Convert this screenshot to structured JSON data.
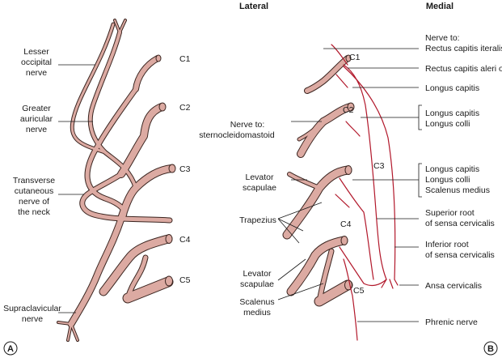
{
  "headers": {
    "lateral": "Lateral",
    "medial": "Medial"
  },
  "panels": {
    "a": "A",
    "b": "B"
  },
  "panel_a": {
    "roots": {
      "c1": "C1",
      "c2": "C2",
      "c3": "C3",
      "c4": "C4",
      "c5": "C5"
    },
    "lesser_occipital": [
      "Lesser",
      "occipital",
      "nerve"
    ],
    "great_auricular": [
      "Greater",
      "auricular",
      "nerve"
    ],
    "transverse_cutaneous": [
      "Transverse",
      "cutaneous",
      "nerve of",
      "the neck"
    ],
    "supraclavicular": [
      "Supraclavicular",
      "nerve"
    ]
  },
  "panel_b": {
    "roots": {
      "c1": "C1",
      "c2": "C2",
      "c3": "C3",
      "c4": "C4",
      "c5": "C5"
    },
    "nerve_to_scm": [
      "Nerve to:",
      "sternocleidomastoid"
    ],
    "levator_1": [
      "Levator",
      "scapulae"
    ],
    "trapezius": "Trapezius",
    "levator_2": [
      "Levator",
      "scapulae"
    ],
    "scalenus_medius": [
      "Scalenus",
      "medius"
    ],
    "right": {
      "rectus_lateralis": [
        "Nerve to:",
        "Rectus capitis iteralis"
      ],
      "rectus_anterior": "Rectus capitis aleri o",
      "longus_capitis": "Longus capitis",
      "c2_group": [
        "Longus capitis",
        "Longus colli"
      ],
      "c3_group": [
        "Longus capitis",
        "Longus colli",
        "Scalenus medius"
      ],
      "superior_root": [
        "Superior root",
        "of sensa cervicalis"
      ],
      "inferior_root": [
        "Inferior root",
        "of sensa cervicalis"
      ],
      "ansa": "Ansa cervicalis",
      "phrenic": "Phrenic nerve"
    }
  }
}
